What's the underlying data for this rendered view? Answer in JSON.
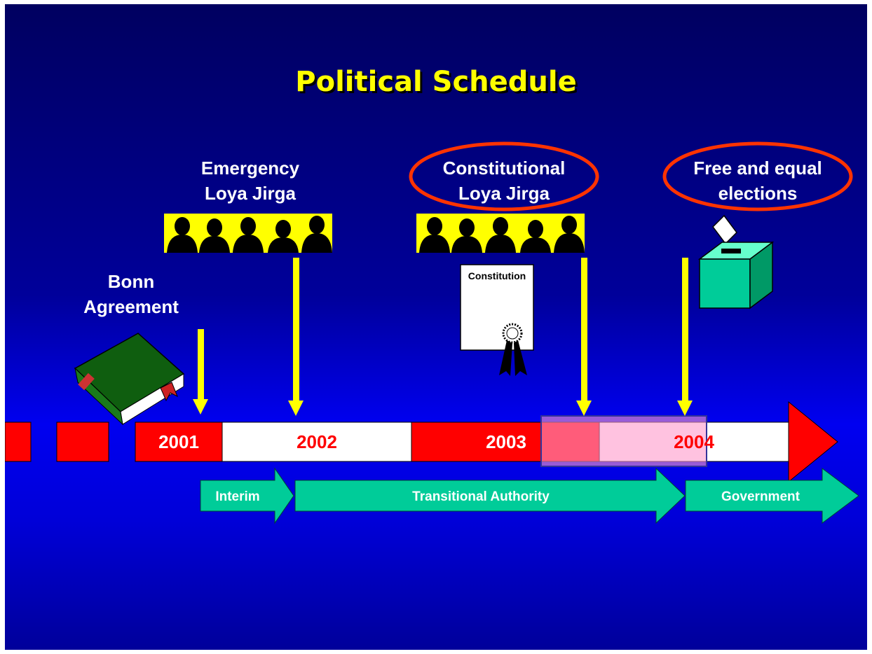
{
  "slide": {
    "title": "Political Schedule",
    "events": {
      "bonn": "Bonn\nAgreement",
      "emergency": "Emergency\nLoya Jirga",
      "constitutional": "Constitutional\nLoya Jirga",
      "elections": "Free and equal\nelections"
    },
    "constitution_label": "Constitution",
    "years": [
      "2001",
      "2002",
      "2003",
      "2004"
    ],
    "phases": [
      "Interim",
      "Transitional Authority",
      "Government"
    ]
  },
  "colors": {
    "title": "#ffff00",
    "timeline_red": "#ff0000",
    "timeline_white": "#ffffff",
    "arrow_yellow": "#ffff00",
    "phase_green": "#00cc99",
    "highlight_ring": "#ff3300",
    "book_green": "#1a7a1a",
    "ballot_box": "#00cc99"
  },
  "icons": [
    "book-icon",
    "crowd-silhouette-icon",
    "constitution-document-icon",
    "ballot-box-icon"
  ]
}
